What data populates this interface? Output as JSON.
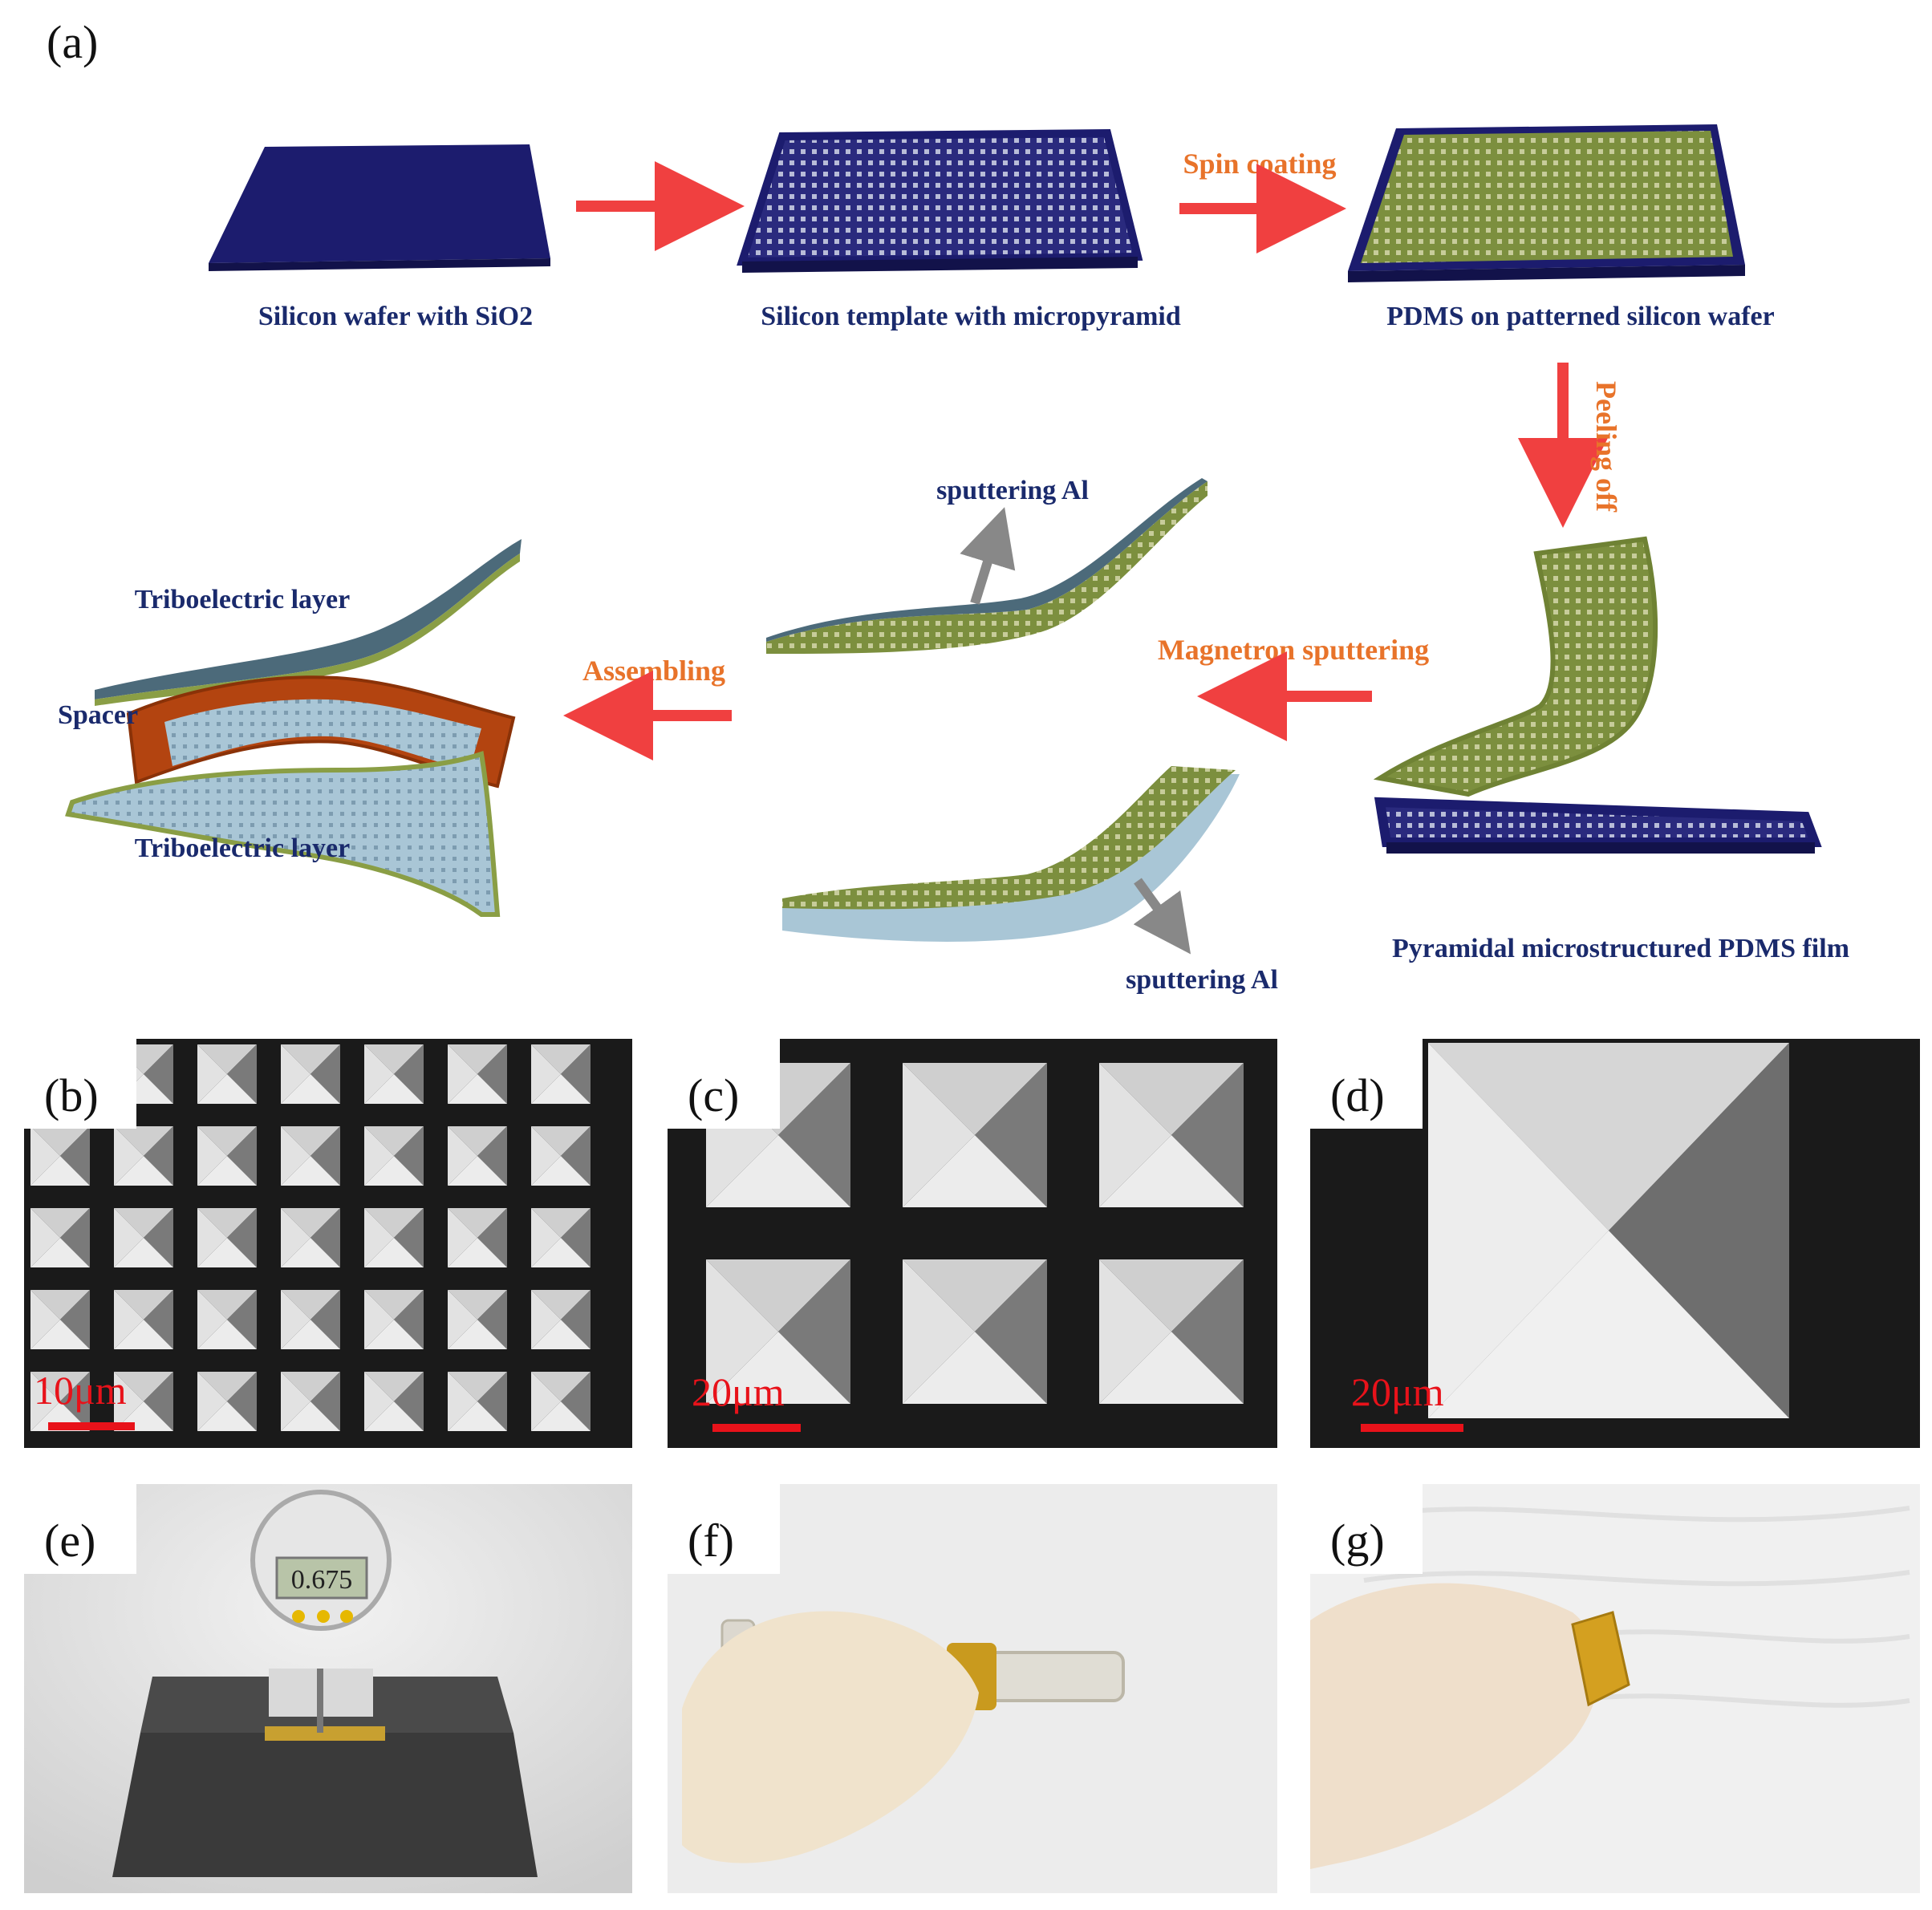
{
  "panel_labels": {
    "a": "(a)",
    "b": "(b)",
    "c": "(c)",
    "d": "(d)",
    "e": "(e)",
    "f": "(f)",
    "g": "(g)"
  },
  "process": {
    "step1_label": "Silicon wafer with SiO2",
    "step2_label": "Silicon template with micropyramid",
    "step3_label": "PDMS on patterned silicon wafer",
    "step4_label": "Pyramidal microstructured PDMS film",
    "spin_coating": "Spin coating",
    "peeling_off": "Peeling off",
    "magnetron_sputtering": "Magnetron sputtering",
    "sputtering_al_top": "sputtering Al",
    "sputtering_al_bottom": "sputtering Al",
    "assembling": "Assembling",
    "triboelectric_top": "Triboelectric layer",
    "spacer": "Spacer",
    "triboelectric_bottom": "Triboelectric layer"
  },
  "sem": {
    "b_scale": "10μm",
    "c_scale": "20μm",
    "d_scale": "20μm"
  },
  "photos": {
    "gauge_reading": "0.675"
  },
  "colors": {
    "arrow_red": "#f04040",
    "label_orange": "#e8732a",
    "label_navy": "#1a2a6c",
    "wafer_navy": "#1c1c6e",
    "pdms_green": "#8a9e45",
    "scale_red": "#e8121a"
  }
}
